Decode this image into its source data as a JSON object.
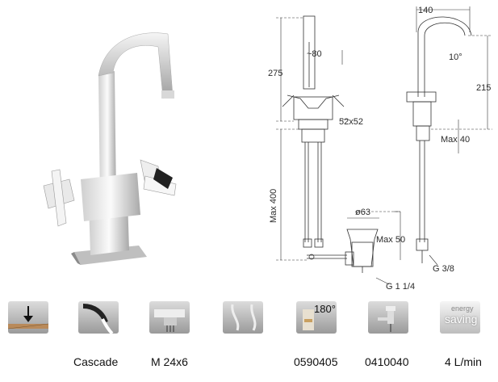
{
  "drawing": {
    "dims": {
      "top_width": "140",
      "angle": "10°",
      "height_total": "275",
      "spout_reach": "~80",
      "spout_height": "215",
      "base": "52x52",
      "deck": "Max 40",
      "hose": "Max 400",
      "waste_dia": "ø63",
      "waste_height": "Max 50",
      "thread_waste": "G 1 1/4",
      "thread_inlet": "G 3/8"
    }
  },
  "features": [
    {
      "icon": "deck-mount-icon",
      "caption": ""
    },
    {
      "icon": "cascade-flow-icon",
      "caption": "Cascade"
    },
    {
      "icon": "aerator-icon",
      "caption": "M 24x6"
    },
    {
      "icon": "flexible-hose-icon",
      "caption": ""
    },
    {
      "icon": "ceramic-cartridge-icon",
      "caption": "0590405",
      "label": "180°"
    },
    {
      "icon": "pop-up-waste-icon",
      "caption": "0410040"
    },
    {
      "icon": "energy-saving-icon",
      "caption": "4 L/min",
      "label_top": "energy",
      "label_main": "saving"
    }
  ]
}
